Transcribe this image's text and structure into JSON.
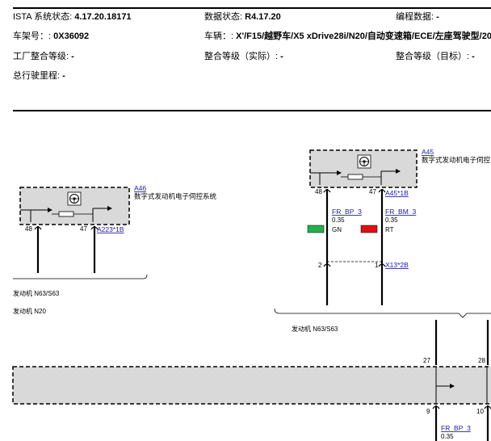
{
  "header": {
    "ista_label": "ISTA 系统状态: ",
    "ista_value": "4.17.20.18171",
    "data_label": "数据状态: ",
    "data_value": "R4.17.20",
    "prog_label": "编程数据: ",
    "prog_value": "-",
    "vin_label": "车架号：: ",
    "vin_value": "0X36092",
    "vehicle_label": "车辆：: ",
    "vehicle_value": "X'/F15/越野车/X5 xDrive28i/N20/自动变速箱/ECE/左座驾驶型/20",
    "factory_label": "工厂整合等级: ",
    "factory_value": "-",
    "actual_label": "整合等级（实际）: ",
    "actual_value": "-",
    "target_label": "整合等级（目标）: ",
    "target_value": "-",
    "mileage_label": "总行驶里程: ",
    "mileage_value": "-"
  },
  "diagram": {
    "a46_id": "A46",
    "a46_desc": "数字式发动机电子伺控系统",
    "a46_pin48": "48",
    "a46_pin47": "47",
    "a46_conn": "A223*1B",
    "a45_id": "A45",
    "a45_desc": "数字式发动机电子伺控",
    "a45_pin48": "48",
    "a45_pin47": "47",
    "a45_conn": "A45*1B",
    "wire1_name": "FR_BP_3",
    "wire1_size": "0.35",
    "wire1_color": "GN",
    "wire1_hex": "#22b14c",
    "wire2_name": "FR_BM_3",
    "wire2_size": "0.35",
    "wire2_color": "RT",
    "wire2_hex": "#e01010",
    "x13_pin2": "2",
    "x13_pin1": "1",
    "x13_conn": "X13*2B",
    "engine_n63_left": "发动机 N63/S63",
    "engine_n20_left": "发动机 N20",
    "engine_n63_mid": "发动机 N63/S63",
    "bottom_pin27": "27",
    "bottom_pin28": "28",
    "bottom_pin9": "9",
    "bottom_pin10": "10",
    "wire3_name": "FR_BP_3",
    "wire3_size": "0.35"
  }
}
